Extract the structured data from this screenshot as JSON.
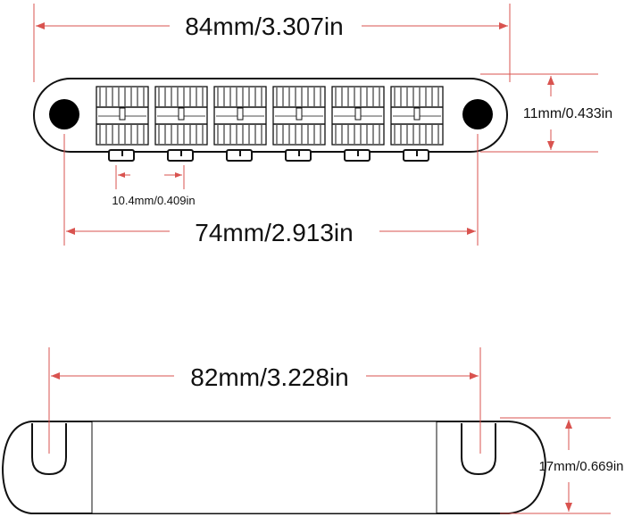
{
  "dimensions": {
    "overall_length": "84mm/3.307in",
    "post_spacing": "74mm/2.913in",
    "height": "11mm/0.433in",
    "saddle_spacing": "10.4mm/0.409in",
    "tailpiece_stud_spacing": "82mm/3.228in",
    "tailpiece_height": "17mm/0.669in"
  },
  "colors": {
    "dimension_line": "#d9534f",
    "outline": "#111111",
    "post_hole": "#000000"
  },
  "bridge": {
    "saddle_count": 6
  }
}
